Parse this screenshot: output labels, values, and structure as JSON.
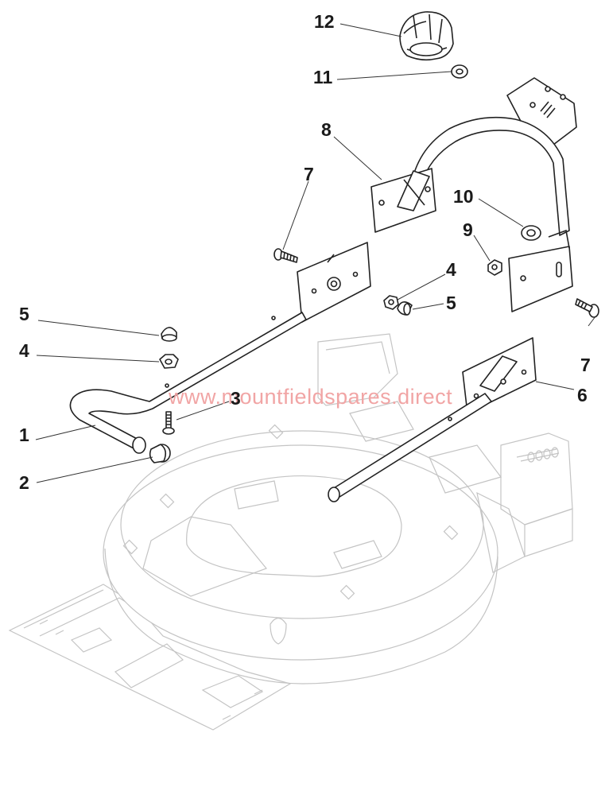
{
  "watermark": "www.mountfieldspares.direct",
  "callouts": [
    {
      "id": "c12",
      "label": "12"
    },
    {
      "id": "c11",
      "label": "11"
    },
    {
      "id": "c8",
      "label": "8"
    },
    {
      "id": "c7a",
      "label": "7"
    },
    {
      "id": "c10",
      "label": "10"
    },
    {
      "id": "c9",
      "label": "9"
    },
    {
      "id": "c4a",
      "label": "4"
    },
    {
      "id": "c5a",
      "label": "5"
    },
    {
      "id": "c5b",
      "label": "5"
    },
    {
      "id": "c4b",
      "label": "4"
    },
    {
      "id": "c7b",
      "label": "7"
    },
    {
      "id": "c6",
      "label": "6"
    },
    {
      "id": "c3",
      "label": "3"
    },
    {
      "id": "c1",
      "label": "1"
    },
    {
      "id": "c2",
      "label": "2"
    }
  ]
}
